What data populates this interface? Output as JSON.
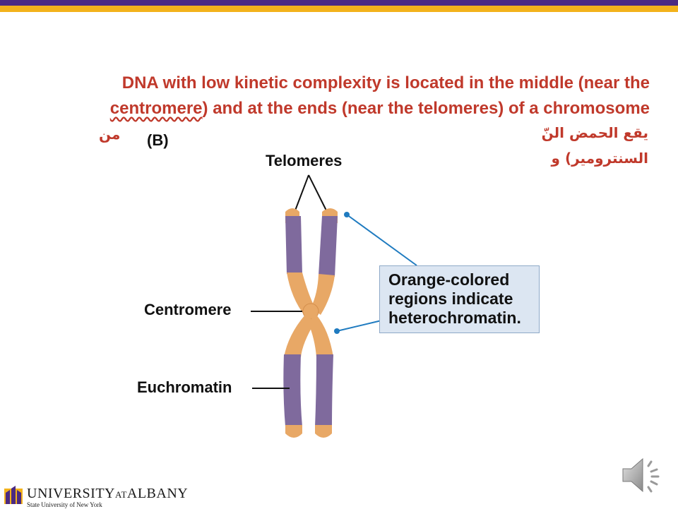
{
  "slide": {
    "title_part1": "DNA with low kinetic complexity is located in the middle (near the",
    "title_underlined": "centromere",
    "title_part2": ") and at the ends (near the  telomeres) of a chromosome",
    "arabic_line1": "يقع الحمض النّ",
    "arabic_line2": "السنترومير) و",
    "arabic_left": "من"
  },
  "figure": {
    "panel_label": "(B)",
    "telomeres_label": "Telomeres",
    "centromere_label": "Centromere",
    "euchromatin_label": "Euchromatin",
    "callout_text": "Orange-colored regions indicate heterochromatin.",
    "colors": {
      "heterochromatin": "#e8a866",
      "euchromatin": "#7f6a9d",
      "callout_bg": "#dce6f2",
      "callout_line": "#1f7bc0"
    }
  },
  "footer": {
    "university": "UNIVERSITY",
    "at": "AT",
    "albany": "ALBANY",
    "subtitle": "State University of New York"
  },
  "icons": {
    "speaker": "speaker-icon",
    "logo": "university-logo-icon"
  }
}
